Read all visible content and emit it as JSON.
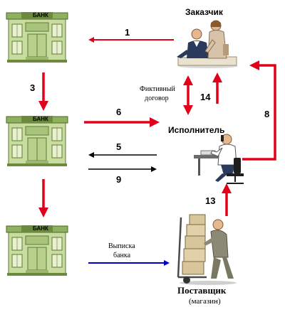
{
  "banks": {
    "top": {
      "label": "БАНК"
    },
    "middle": {
      "label": "БАНК"
    },
    "bottom": {
      "label": "БАНК"
    }
  },
  "parties": {
    "customer": {
      "label": "Заказчик"
    },
    "contractor": {
      "label": "Исполнитель"
    },
    "supplier": {
      "label": "Поставщик",
      "sublabel": "(магазин)"
    }
  },
  "links": {
    "n1": "1",
    "n3": "3",
    "n5": "5",
    "n6": "6",
    "n8": "8",
    "n9": "9",
    "n13": "13",
    "n14": "14",
    "fictitious_line1": "Фиктивный",
    "fictitious_line2": "договор",
    "statement_line1": "Выписка",
    "statement_line2": "банка"
  },
  "colors": {
    "bank_wall": "#c8dca0",
    "bank_roof": "#6c8a3c",
    "red_arrow": "#e3001b",
    "blue_arrow": "#0000cc",
    "black_arrow": "#000000"
  },
  "icons": {
    "customer": "business-people-meeting-icon",
    "contractor": "man-on-phone-at-desk-icon",
    "supplier": "worker-with-hand-truck-icon"
  }
}
